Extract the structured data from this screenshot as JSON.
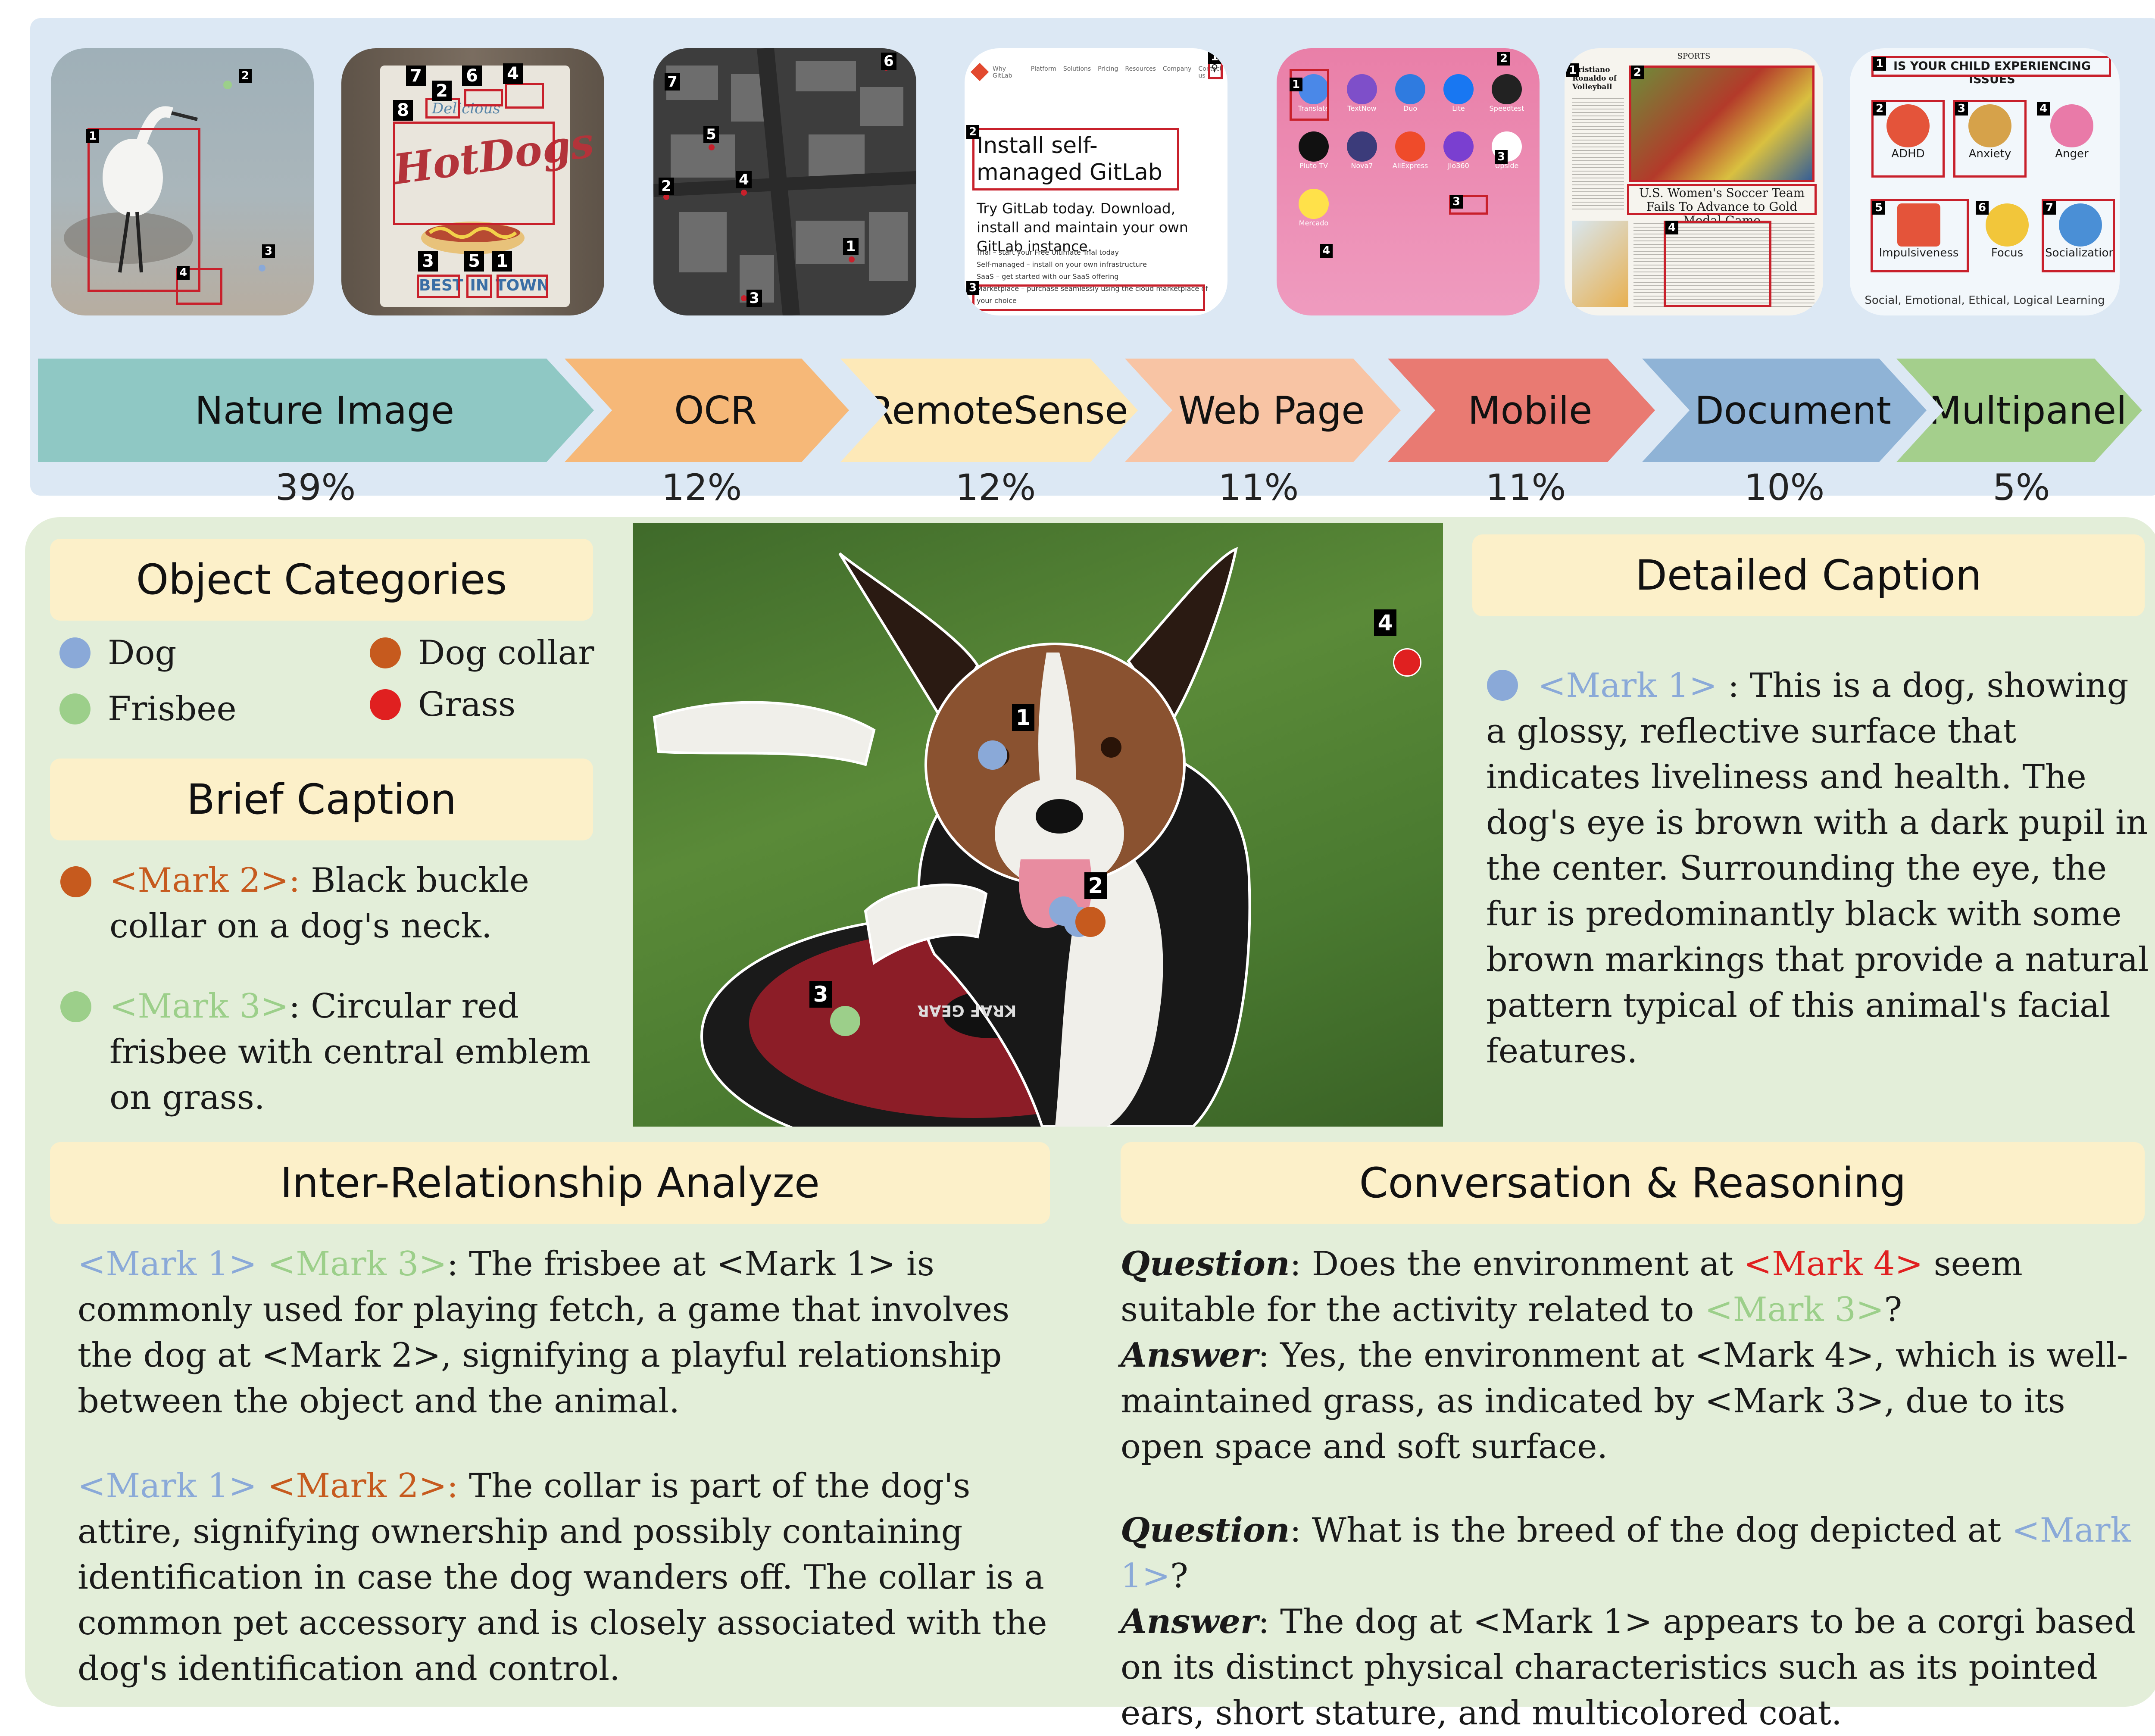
{
  "colors": {
    "top_panel_bg": "#dce8f4",
    "bottom_panel_bg": "#e3eed9",
    "header_bg": "#fcf0c9",
    "mark_dog": "#8aa9d8",
    "mark_collar": "#c65a1e",
    "mark_frisbee": "#9ccf8a",
    "mark_grass": "#e02020"
  },
  "thumbnails": {
    "nature": {
      "marks": [
        "1",
        "2",
        "3",
        "4"
      ]
    },
    "ocr": {
      "marks": [
        "7",
        "2",
        "6",
        "4",
        "8",
        "3",
        "5",
        "1"
      ],
      "sign_words": [
        "HotDogs",
        "Delicious",
        "BEST",
        "IN",
        "TOWN"
      ]
    },
    "remote": {
      "marks": [
        "6",
        "7",
        "5",
        "4",
        "2",
        "1",
        "3"
      ]
    },
    "web": {
      "marks": [
        "1",
        "2",
        "3"
      ],
      "nav": [
        "Why GitLab",
        "Platform",
        "Solutions",
        "Pricing",
        "Resources",
        "Company",
        "Contact us"
      ],
      "heading": "Install self-managed GitLab",
      "body": "Try GitLab today. Download, install and maintain your own GitLab instance.",
      "links": [
        "Trial – start your Free Ultimate Trial today",
        "Self-managed – install on your own infrastructure",
        "SaaS – get started with our SaaS offering",
        "Marketplace – purchase seamlessly using the cloud marketplace of your choice"
      ]
    },
    "mobile": {
      "marks": [
        "1",
        "2",
        "3",
        "3",
        "4"
      ],
      "apps": [
        "Translate",
        "TextNow",
        "Duo",
        "Lite",
        "Speedtest",
        "Pluto TV",
        "Nova7",
        "AliExpress",
        "Jio360",
        "Upside",
        "Mercado"
      ]
    },
    "document": {
      "marks": [
        "1",
        "2",
        "4"
      ],
      "masthead": "SPORTS",
      "side_headline": "Cristiano Ronaldo of Volleyball",
      "headline": "U.S. Women's Soccer Team Fails To Advance to Gold Medal Game"
    },
    "multipanel": {
      "marks": [
        "1",
        "2",
        "3",
        "4",
        "5",
        "6",
        "7"
      ],
      "title": "IS YOUR CHILD EXPERIENCING ISSUES",
      "labels": [
        "ADHD",
        "Anxiety",
        "Anger",
        "Impulsiveness",
        "Focus",
        "Socialization"
      ],
      "footer": "Social, Emotional, Ethical, Logical Learning"
    }
  },
  "categories": [
    {
      "label": "Nature Image",
      "pct": "39%",
      "color": "#8fc8c4"
    },
    {
      "label": "OCR",
      "pct": "12%",
      "color": "#f6b878"
    },
    {
      "label": "RemoteSense",
      "pct": "12%",
      "color": "#fde9b8"
    },
    {
      "label": "Web Page",
      "pct": "11%",
      "color": "#f8c4a4"
    },
    {
      "label": "Mobile",
      "pct": "11%",
      "color": "#e97a72"
    },
    {
      "label": "Document",
      "pct": "10%",
      "color": "#8fb3d6"
    },
    {
      "label": "Multipanel",
      "pct": "5%",
      "color": "#a4cf8c"
    }
  ],
  "object_categories": {
    "title": "Object Categories",
    "items": [
      {
        "label": "Dog",
        "color": "#8aa9d8"
      },
      {
        "label": "Dog collar",
        "color": "#c65a1e"
      },
      {
        "label": "Frisbee",
        "color": "#9ccf8a"
      },
      {
        "label": "Grass",
        "color": "#e02020"
      }
    ]
  },
  "brief_caption": {
    "title": "Brief Caption",
    "items": [
      {
        "mark": "<Mark 2>:",
        "text": " Black buckle collar on a dog's neck."
      },
      {
        "mark": "<Mark 3>",
        "text": ": Circular red frisbee with central emblem on grass."
      }
    ]
  },
  "center_image": {
    "marks": [
      "1",
      "2",
      "3",
      "4"
    ],
    "frisbee_text": "KRAF GEAR"
  },
  "detailed_caption": {
    "title": "Detailed Caption",
    "mark": "<Mark 1>",
    "text": " : This is a dog, showing a glossy, reflective surface that indicates liveliness and health. The dog's eye is brown with a dark pupil in the center. Surrounding the eye, the fur is predominantly black with some brown markings that provide  a natural pattern typical of this animal's facial features."
  },
  "inter_relationship": {
    "title": "Inter-Relationship Analyze",
    "p1": {
      "mark_a": "<Mark 1>",
      "mark_b": "<Mark 3>",
      "text": ": The frisbee at <Mark 1> is commonly used for playing fetch, a game that involves the dog at <Mark 2>, signifying a playful relationship between the object and the animal."
    },
    "p2": {
      "mark_a": "<Mark 1>",
      "mark_b": "<Mark 2>:",
      "text": " The collar is part of the dog's attire, signifying ownership and possibly containing identification in case the dog wanders off. The collar is a common pet accessory and is closely associated with the dog's identification and control."
    }
  },
  "conversation": {
    "title": "Conversation & Reasoning",
    "question_label": "Question",
    "answer_label": "Answer",
    "qa1": {
      "q_pre": ": Does the environment at ",
      "q_mark_a": "<Mark 4>",
      "q_mid": " seem suitable for the activity related to ",
      "q_mark_b": "<Mark 3>",
      "q_post": "?",
      "a": ": Yes, the environment at <Mark 4>, which is well-maintained grass,  as indicated by <Mark 3>, due to its open space and soft surface."
    },
    "qa2": {
      "q_pre": ": What is the breed of the dog depicted at ",
      "q_mark": "<Mark 1>",
      "q_post": "?",
      "a": ": The dog at <Mark 1> appears to be a corgi based on its distinct physical characteristics such as its pointed ears, short stature, and multicolored coat."
    }
  }
}
